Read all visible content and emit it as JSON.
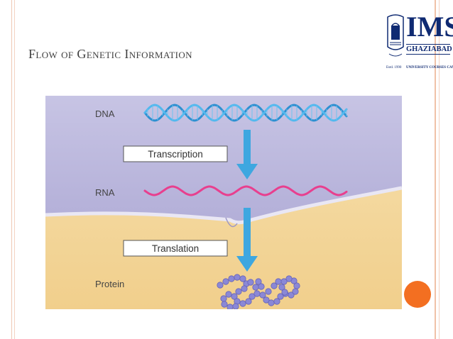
{
  "slide": {
    "title": "Flow of Genetic Information"
  },
  "logo": {
    "brand": "IMS",
    "city": "GHAZIABAD",
    "established": "Estd. 1990",
    "campus": "UNIVERSITY COURSES CAMPUS"
  },
  "diagram": {
    "labels": {
      "dna": "DNA",
      "rna": "RNA",
      "protein": "Protein"
    },
    "steps": {
      "transcription": "Transcription",
      "translation": "Translation"
    },
    "colors": {
      "nucleus": "#bcb8dc",
      "cytoplasm": "#f4d9a0",
      "dna": "#3aa3df",
      "rna": "#e83f8e",
      "arrow": "#3ea7e0",
      "protein": "#8b88d6",
      "accent_dot": "#f36f21"
    }
  }
}
